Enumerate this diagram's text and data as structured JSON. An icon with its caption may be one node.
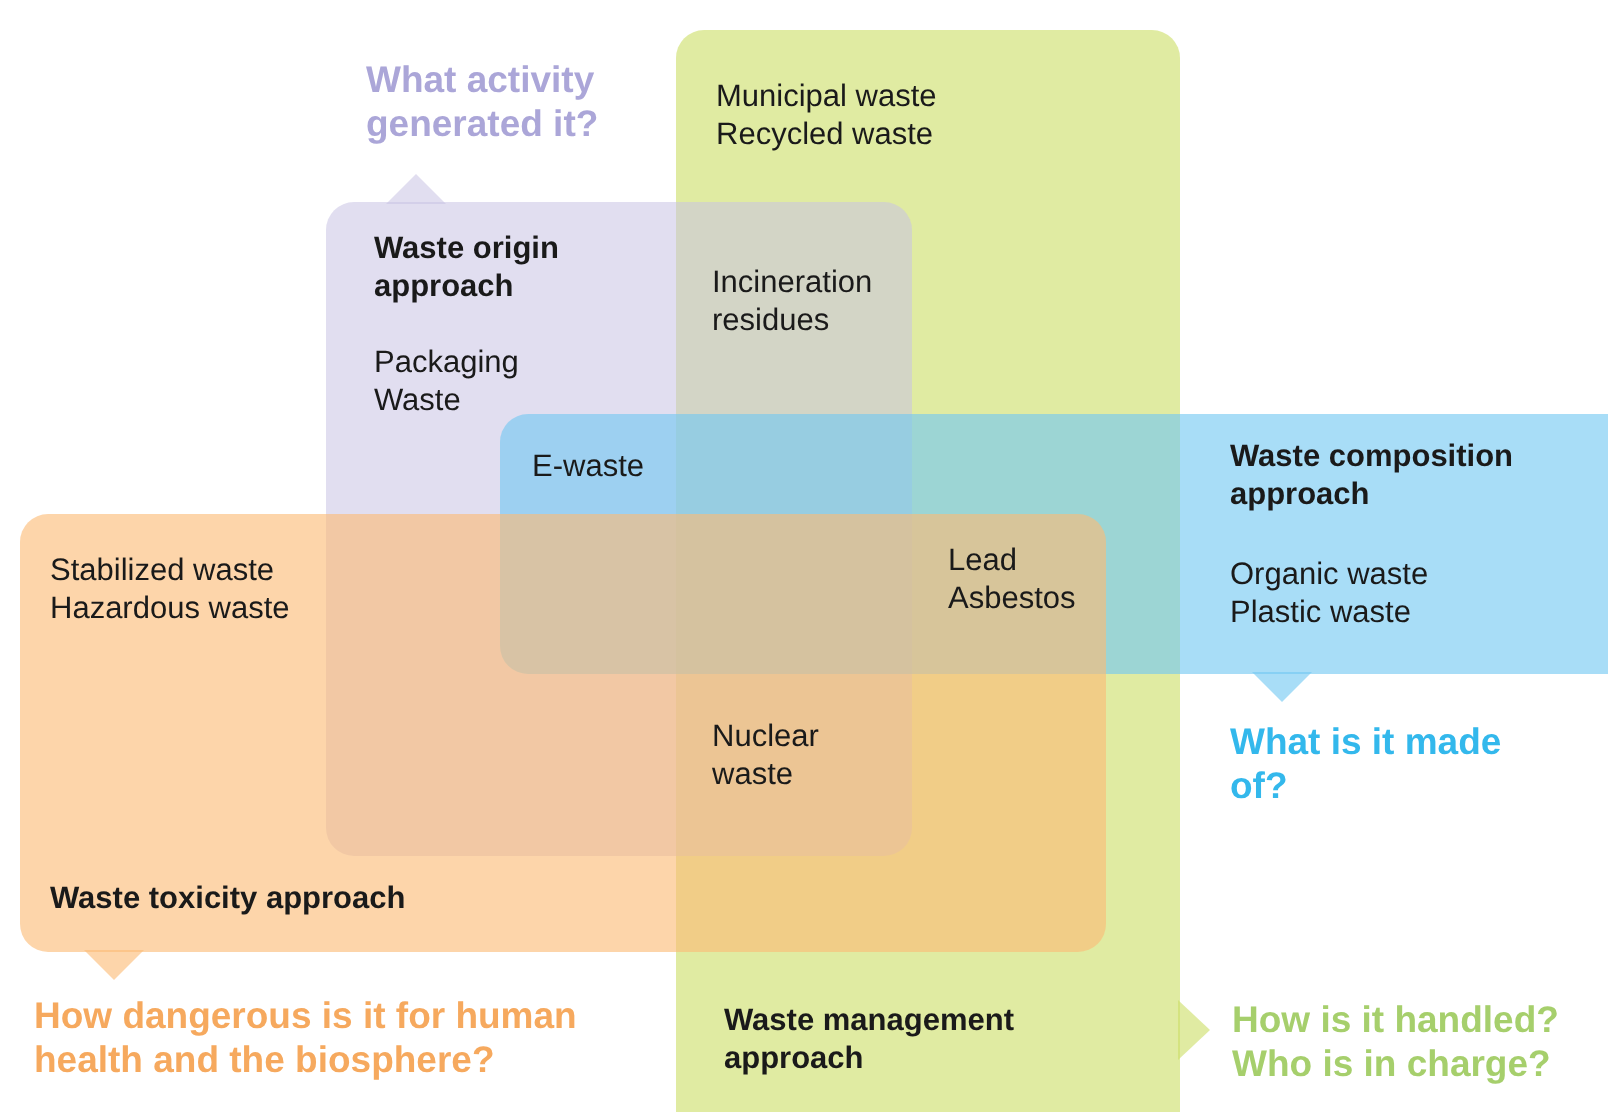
{
  "diagram": {
    "nodes": [
      {
        "text": [
          "Waste management approach"
        ],
        "beside": [
          "How is it handled? Who is in charge?"
        ]
      },
      {
        "text": [
          "Waste origin approach"
        ],
        "beside": [
          "What activity generated it?"
        ]
      },
      {
        "text": [
          "Waste composition approach"
        ],
        "beside": [
          "What is it made of?"
        ]
      },
      {
        "text": [
          "Waste toxicity approach"
        ],
        "beside": [
          "How dangerous is it for human health and the biosphere?"
        ]
      }
    ],
    "labels": [
      "Municipal waste",
      "Recycled waste",
      "Incineration residues",
      "Packaging Waste",
      "E-waste",
      "Stabilized waste",
      "Hazardous waste",
      "Lead",
      "Asbestos",
      "Organic waste",
      "Plastic waste",
      "Nuclear waste"
    ]
  }
}
